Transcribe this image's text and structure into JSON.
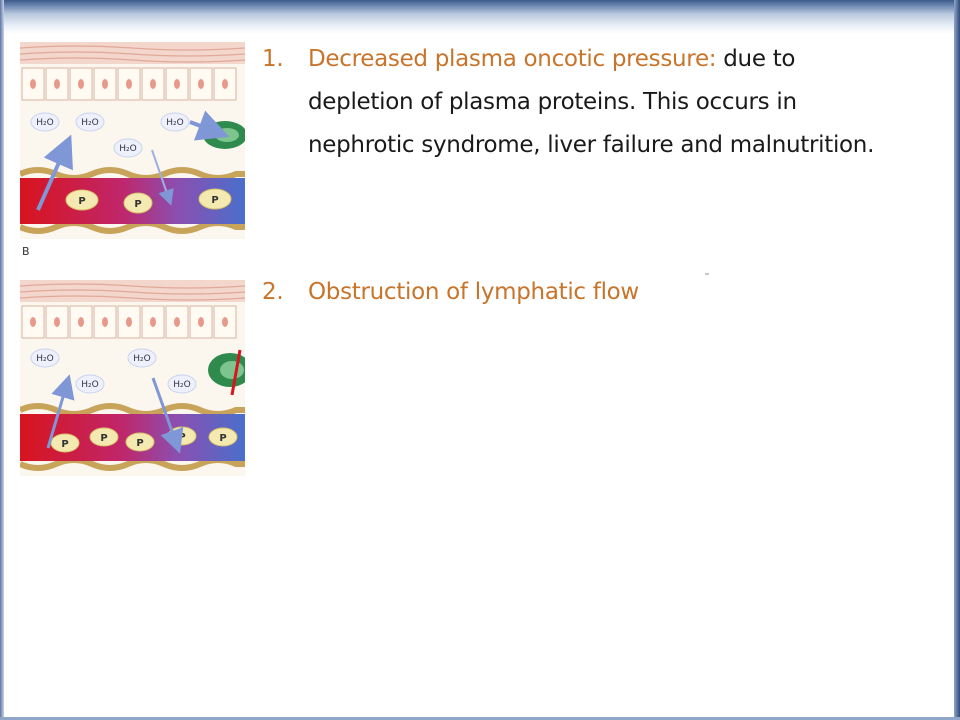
{
  "slide": {
    "figure_label": "B",
    "items": [
      {
        "number": "1.",
        "heading": "Decreased plasma oncotic pressure:",
        "body": " due to depletion of plasma proteins. This occurs in nephrotic syndrome, liver failure and malnutrition."
      },
      {
        "number": "2.",
        "heading": "Obstruction of lymphatic flow",
        "body": ""
      }
    ],
    "diagram": {
      "water_label": "H₂O",
      "protein_label": "P"
    }
  },
  "colors": {
    "accent": "#c8742a",
    "text": "#1a1a1a",
    "frame": "#3d5a8a",
    "arterial": "#d8141e",
    "venous": "#4a6fcc",
    "lymph": "#2f8a4e"
  }
}
